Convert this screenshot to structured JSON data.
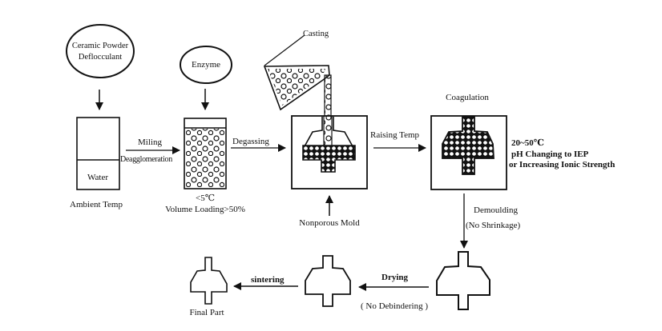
{
  "title": "Gelcasting process flow (enzyme-catalyzed coagulation)",
  "inputs": {
    "ceramic": {
      "line1": "Ceramic Powder",
      "line2": "Deflocculant"
    },
    "enzyme": {
      "label": "Enzyme"
    }
  },
  "stages": {
    "water": {
      "label": "Water",
      "caption": "Ambient Temp"
    },
    "slurry": {
      "caption1": "<5℃",
      "caption2": "Volume Loading>50%"
    },
    "mold": {
      "top_label": "Casting",
      "caption": "Nonporous Mold"
    },
    "coagulation": {
      "title": "Coagulation",
      "note1": "20~50℃",
      "note2": "pH Changing to IEP",
      "note3": "or Increasing Ionic Strength"
    },
    "demoulded": {},
    "dried": {},
    "final": {
      "caption": "Final Part"
    }
  },
  "steps": {
    "milling": {
      "label": "Miling",
      "sublabel": "Deagglomeration"
    },
    "degassing": {
      "label": "Degassing"
    },
    "raising_temp": {
      "label": "Raising Temp"
    },
    "demoulding": {
      "label": "Demoulding",
      "sublabel": "(No Shrinkage)"
    },
    "drying": {
      "label": "Drying",
      "sublabel": "( No Debindering )"
    },
    "sintering": {
      "label": "sintering"
    }
  },
  "colors": {
    "ink": "#111111",
    "background": "#ffffff"
  }
}
